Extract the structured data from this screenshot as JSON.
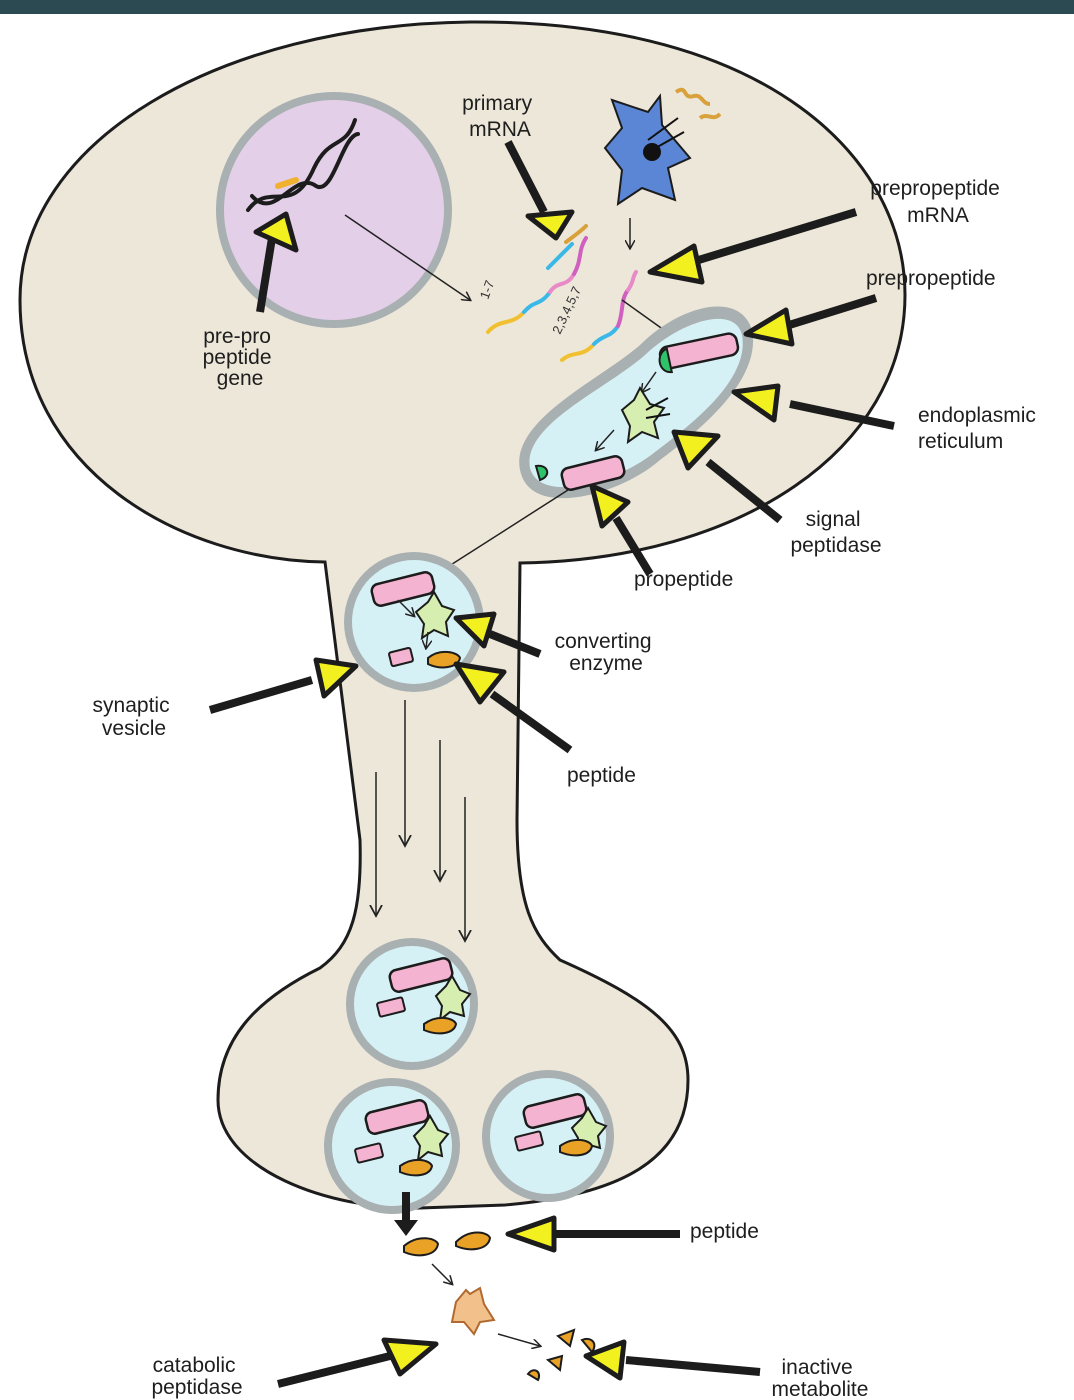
{
  "labels": {
    "primary_mrna": [
      "primary",
      "mRNA"
    ],
    "gene": [
      "pre-pro",
      "peptide",
      "gene"
    ],
    "prepropeptide_mrna": [
      "prepropeptide",
      "mRNA"
    ],
    "prepropeptide": "prepropeptide",
    "er": [
      "endoplasmic",
      "reticulum"
    ],
    "signal_peptidase": [
      "signal",
      "peptidase"
    ],
    "propeptide": "propeptide",
    "converting_enzyme": [
      "converting",
      "enzyme"
    ],
    "synaptic_vesicle": [
      "synaptic",
      "vesicle"
    ],
    "peptide_upper": "peptide",
    "peptide_lower": "peptide",
    "catabolic_peptidase": [
      "catabolic",
      "peptidase"
    ],
    "inactive_metabolite": [
      "inactive",
      "metabolite"
    ],
    "exon_a": "1-7",
    "exon_b": "2,3,4,5,7"
  },
  "colors": {
    "cell": "#ede7d9",
    "nucleus": "#e3cfe8",
    "vesicle": "#d6f1f5",
    "membrane": "#a9b0b2",
    "pointer_fill": "#f3f020",
    "peptide": "#e9a126",
    "propeptide": "#f4b3d1",
    "enzyme": "#d6efb0",
    "ribosome": "#5b86d6",
    "catabolic": "#f2c08a",
    "topbar": "#2c4a52"
  }
}
